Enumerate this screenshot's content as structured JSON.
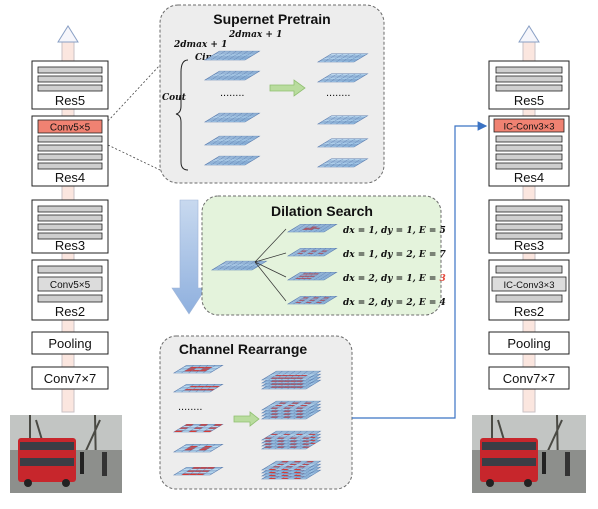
{
  "left_network": {
    "blocks": {
      "res5": "Res5",
      "res4_highlight": "Conv5×5",
      "res4": "Res4",
      "res3": "Res3",
      "res2_highlight": "Conv5×5",
      "res2": "Res2",
      "pooling": "Pooling",
      "stem": "Conv7×7"
    }
  },
  "right_network": {
    "blocks": {
      "res5": "Res5",
      "res4_highlight": "IC-Conv3×3",
      "res4": "Res4",
      "res3": "Res3",
      "res2_highlight": "IC-Conv3×3",
      "res2": "Res2",
      "pooling": "Pooling",
      "stem": "Conv7×7"
    }
  },
  "supernet": {
    "title": "Supernet Pretrain",
    "label_dmax_left": "2dmax + 1",
    "label_dmax_top": "2dmax + 1",
    "label_cin": "Cin",
    "label_cout": "Cout",
    "dots": "........",
    "dots_right": "........"
  },
  "dilation": {
    "title": "Dilation Search",
    "rows": [
      {
        "text": "dx = 1, dy = 1, E = ",
        "e": "5",
        "highlight": false
      },
      {
        "text": "dx = 1, dy = 2, E = ",
        "e": "7",
        "highlight": false
      },
      {
        "text": "dx = 2, dy = 1, E = ",
        "e": "3",
        "highlight": true
      },
      {
        "text": "dx = 2, dy = 2, E = ",
        "e": "4",
        "highlight": false
      }
    ]
  },
  "channel": {
    "title": "Channel Rearrange",
    "dots": "........"
  },
  "colors": {
    "accent_red": "#e5483b",
    "highlight_salmon": "#f08272",
    "grid_blue": "#9cc6ea",
    "green_panel": "#e4f3dc",
    "gray_panel": "#ededed",
    "link_blue": "#3b73c4"
  }
}
